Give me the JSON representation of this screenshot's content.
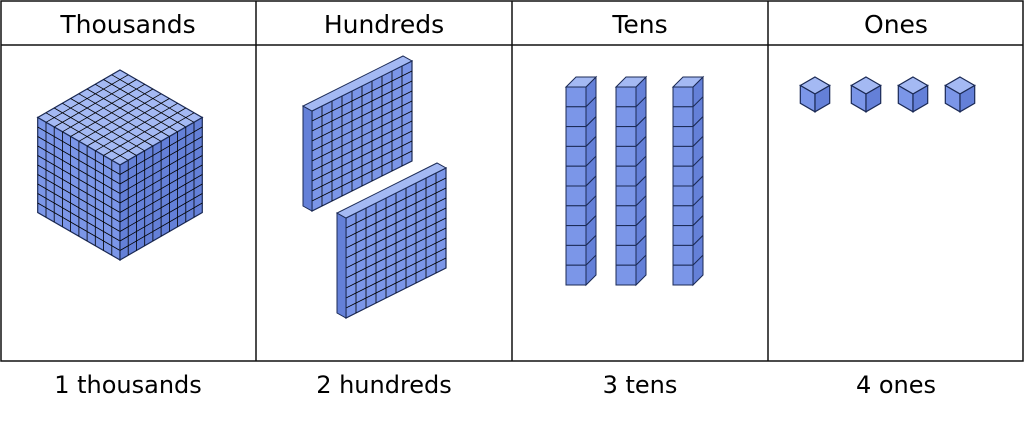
{
  "columns": [
    {
      "key": "thousands",
      "header": "Thousands",
      "label": "1 thousands",
      "count": 1,
      "block": "cube"
    },
    {
      "key": "hundreds",
      "header": "Hundreds",
      "label": "2 hundreds",
      "count": 2,
      "block": "flat"
    },
    {
      "key": "tens",
      "header": "Tens",
      "label": "3 tens",
      "count": 3,
      "block": "rod"
    },
    {
      "key": "ones",
      "header": "Ones",
      "label": "4 ones",
      "count": 4,
      "block": "unit"
    }
  ],
  "colors": {
    "front": "#7b96e8",
    "top": "#a4b9f3",
    "side": "#6480d8",
    "edge": "#1b2a55",
    "grid": "#000000"
  }
}
